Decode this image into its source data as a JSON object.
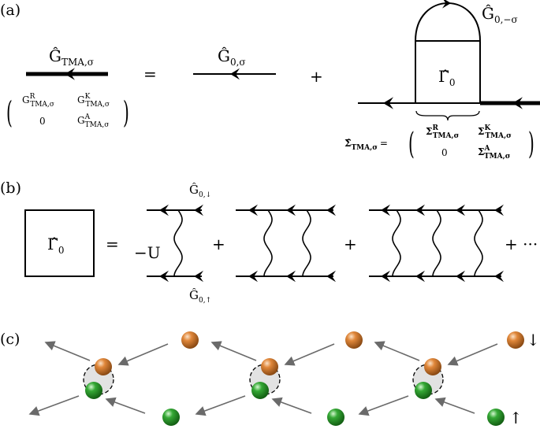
{
  "panels": {
    "a": "(a)",
    "b": "(b)",
    "c": "(c)"
  },
  "a": {
    "g_tma": {
      "base": "Ĝ",
      "sub": "TMA,σ"
    },
    "g_matrix": {
      "r": {
        "base": "G",
        "sup": "R",
        "sub": "TMA,σ"
      },
      "k": {
        "base": "G",
        "sup": "K",
        "sub": "TMA,σ"
      },
      "zero": "0",
      "a": {
        "base": "G",
        "sup": "A",
        "sub": "TMA,σ"
      }
    },
    "equals": "=",
    "g0": {
      "base": "Ĝ",
      "sub": "0,σ"
    },
    "plus": "+",
    "g0_minus": {
      "base": "Ĝ",
      "sub": "0,−σ"
    },
    "gamma": {
      "base": "Γ̂",
      "sub": "0"
    },
    "sigma": {
      "base": "Σ̂",
      "sub": "TMA,σ",
      "eq": "="
    },
    "sigma_matrix": {
      "r": {
        "base": "Σ",
        "sup": "R",
        "sub": "TMA,σ"
      },
      "k": {
        "base": "Σ",
        "sup": "K",
        "sub": "TMA,σ"
      },
      "zero": "0",
      "a": {
        "base": "Σ",
        "sup": "A",
        "sub": "TMA,σ"
      }
    }
  },
  "b": {
    "gamma": {
      "base": "Γ̂",
      "sub": "0"
    },
    "equals": "=",
    "minus_u": "−U",
    "g0_down": {
      "base": "Ĝ",
      "sub": "0,↓"
    },
    "g0_up": {
      "base": "Ĝ",
      "sub": "0,↑"
    },
    "plus1": "+",
    "plus2": "+",
    "plus_dots": "+ ···"
  },
  "c": {
    "spin_down": "↓",
    "spin_up": "↑",
    "colors": {
      "down": "#e0873a",
      "up": "#35a835",
      "arrow": "#6a6a6a",
      "pair": "#e2e2e2"
    }
  }
}
